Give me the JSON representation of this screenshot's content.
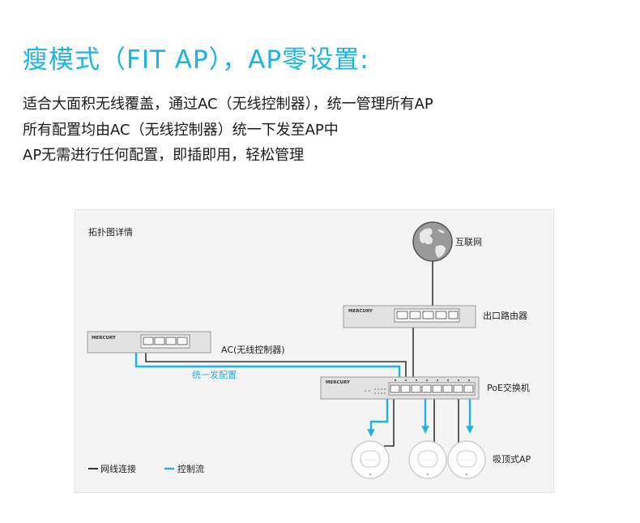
{
  "headline": "瘦模式（FIT AP），AP零设置:",
  "description": [
    "适合大面积无线覆盖，通过AC（无线控制器），统一管理所有AP",
    "所有配置均由AC（无线控制器）统一下发至AP中",
    "AP无需进行任何配置，即插即用，轻松管理"
  ],
  "diagram": {
    "title": "拓扑图详情",
    "nodes": {
      "internet": "互联网",
      "router": "出口路由器",
      "ac": "AC(无线控制器)",
      "poe_switch": "PoE交换机",
      "ap": "吸顶式AP"
    },
    "brand": "MERCURY",
    "flow_label": "统一发配置",
    "legend": {
      "cable": "网线连接",
      "control": "控制流"
    },
    "colors": {
      "control_flow": "#1bb3e6",
      "cable": "#333333"
    }
  }
}
